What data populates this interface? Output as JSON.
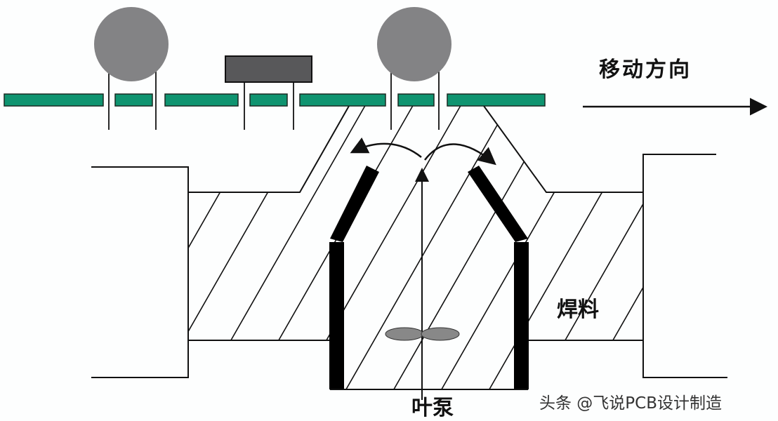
{
  "labels": {
    "direction": "移动方向",
    "solder": "焊料",
    "pump": "叶泵"
  },
  "watermark": "头条 @飞说PCB设计制造",
  "colors": {
    "board": "#0f9470",
    "component_round": "#838385",
    "component_rect": "#58585a",
    "line": "#111111"
  }
}
